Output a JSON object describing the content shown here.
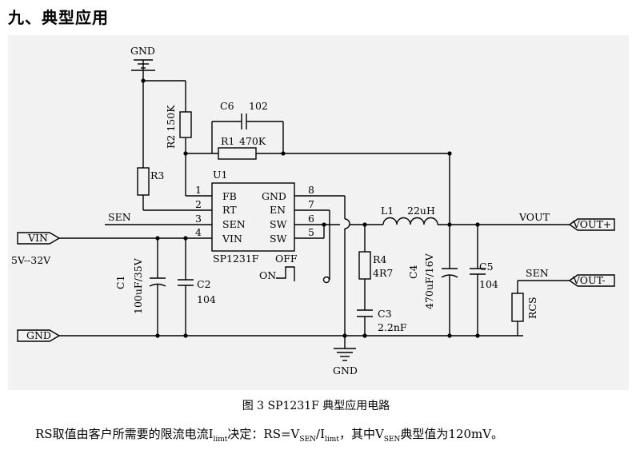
{
  "heading": "九、典型应用",
  "labels": {
    "gnd_top": "GND",
    "r2": "R2 150K",
    "c6": "C6",
    "c6_val": "102",
    "r1": "R1",
    "r1_val": "470K",
    "r3": "R3",
    "u1": "U1",
    "pin1": "1",
    "pin2": "2",
    "pin3": "3",
    "pin4": "4",
    "pin5": "5",
    "pin6": "6",
    "pin7": "7",
    "pin8": "8",
    "fb": "FB",
    "rt": "RT",
    "sen_pin": "SEN",
    "vin_pin": "VIN",
    "gnd_pin": "GND",
    "en": "EN",
    "sw1": "SW",
    "sw2": "SW",
    "chip": "SP1231F",
    "sen_net": "SEN",
    "vin_port": "VIN",
    "vin_range": "5V--32V",
    "c1": "C1",
    "c1_val": "100uF/35V",
    "c2": "C2",
    "c2_val": "104",
    "gnd_port": "GND",
    "off": "OFF",
    "on": "ON",
    "l1": "L1",
    "l1_val": "22uH",
    "r4": "R4",
    "r4_val": "4R7",
    "c3": "C3",
    "c3_val": "2.2nF",
    "gnd_bottom": "GND",
    "vout_net": "VOUT",
    "vout_plus": "VOUT+",
    "c4": "C4",
    "c4_val": "470uF/16V",
    "c5": "C5",
    "c5_val": "104",
    "sen_out": "SEN",
    "vout_minus": "VOUT-",
    "rcs": "RCS"
  },
  "caption": "图 3    SP1231F 典型应用电路",
  "note": {
    "p1": "RS取值由客户所需要的限流电流I",
    "s1": "limt",
    "p2": "决定：RS=V",
    "s2": "SEN",
    "p3": "/I",
    "s3": "limt",
    "p4": "，其中V",
    "s4": "SEN",
    "p5": "典型值为120mV。"
  }
}
